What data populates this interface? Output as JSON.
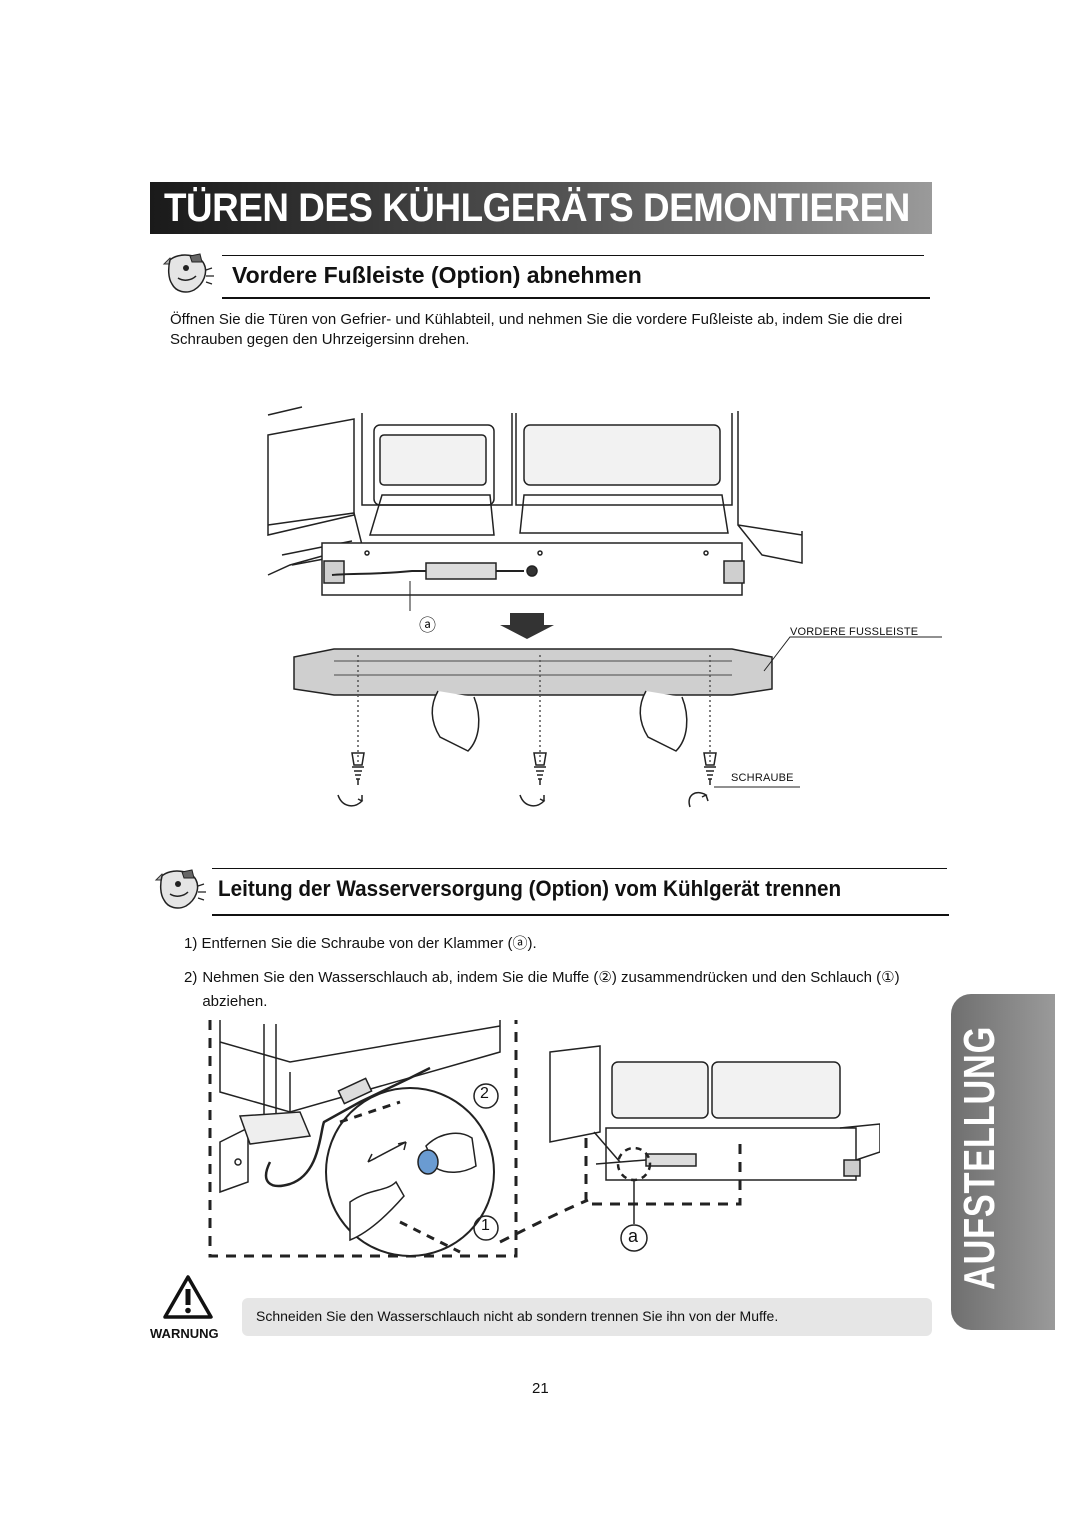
{
  "page": {
    "title": "TÜREN DES KÜHLGERÄTS DEMONTIEREN",
    "page_number": "21",
    "side_tab": "AUFSTELLUNG"
  },
  "section1": {
    "heading": "Vordere Fußleiste (Option) abnehmen",
    "text": "Öffnen Sie die Türen von Gefrier- und Kühlabteil, und nehmen Sie die vordere Fußleiste ab, indem Sie die drei Schrauben gegen den Uhrzeigersinn drehen.",
    "figure": {
      "callout_a": "ⓐ",
      "label_plinth": "VORDERE FUSSLEISTE",
      "label_screw": "SCHRAUBE"
    }
  },
  "section2": {
    "heading": "Leitung der Wasserversorgung (Option) vom Kühlgerät trennen",
    "steps": [
      {
        "num": "1)",
        "text": "Entfernen Sie die Schraube von der Klammer (ⓐ)."
      },
      {
        "num": "2)",
        "text": "Nehmen Sie den Wasserschlauch ab, indem Sie die Muffe (②) zusammendrücken und den Schlauch (①) abziehen."
      }
    ],
    "figure": {
      "callout_2": "2",
      "callout_1": "1",
      "callout_a": "a"
    }
  },
  "warning": {
    "label": "WARNUNG",
    "text": "Schneiden Sie den Wasserschlauch nicht ab sondern trennen Sie ihn von der Muffe."
  },
  "colors": {
    "title_bar_dark": "#1a1a1a",
    "title_bar_light": "#9a9a9a",
    "side_tab": "#8a8a8a",
    "warning_box": "#e6e6e6"
  }
}
